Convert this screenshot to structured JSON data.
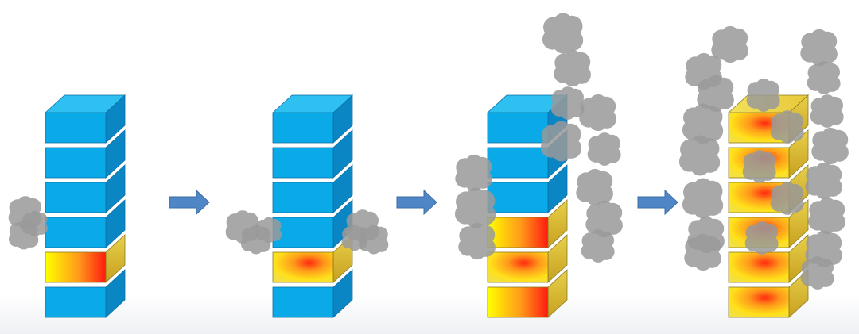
{
  "diagram": {
    "description_visible_text": "",
    "colors": {
      "block_front": "#0aa9e8",
      "block_top": "#2fc0f2",
      "block_side": "#0b86c4",
      "block_edge": "#0a6fa5",
      "fire_outer": "#ffff00",
      "fire_mid": "#ff9a1a",
      "fire_core": "#ff2a10",
      "fire_box_edge": "#8a7a20",
      "smoke": "#9a9a9a",
      "arrow": "#4f86c6",
      "arrow_edge": "#3b6ea6"
    },
    "stages": [
      {
        "stage_index": 1,
        "floors": [
          "normal",
          "normal",
          "normal",
          "normal",
          "fire_gradient",
          "normal"
        ],
        "smoke_level": "low"
      },
      {
        "stage_index": 2,
        "floors": [
          "normal",
          "normal",
          "normal",
          "normal",
          "fire_radial",
          "normal"
        ],
        "smoke_level": "medium"
      },
      {
        "stage_index": 3,
        "floors": [
          "normal",
          "normal",
          "normal",
          "fire_gradient",
          "fire_radial",
          "fire_gradient"
        ],
        "smoke_level": "high"
      },
      {
        "stage_index": 4,
        "floors": [
          "fire_radial",
          "fire_radial",
          "fire_radial",
          "fire_radial",
          "fire_radial",
          "fire_radial"
        ],
        "smoke_level": "full"
      }
    ],
    "arrows": [
      {
        "icon": "right-arrow-icon",
        "between": [
          1,
          2
        ]
      },
      {
        "icon": "right-arrow-icon",
        "between": [
          2,
          3
        ]
      },
      {
        "icon": "right-arrow-icon",
        "between": [
          3,
          4
        ]
      }
    ]
  }
}
